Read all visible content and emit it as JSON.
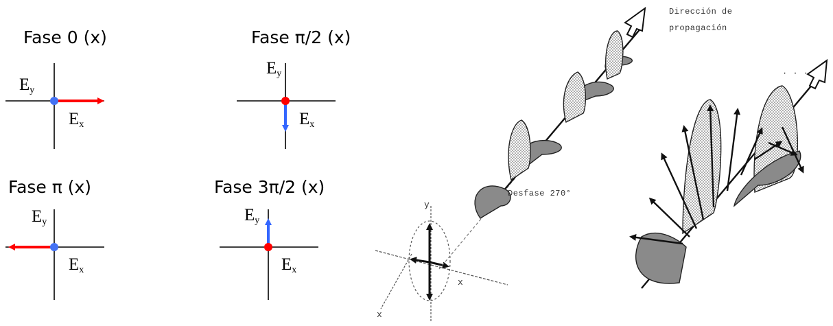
{
  "panels": [
    {
      "title": "Fase 0 (x)",
      "ey": "E",
      "ey_sub": "y",
      "ex": "E",
      "ex_sub": "x",
      "arrow_color": "#ff0000",
      "dot_color": "#4472f4"
    },
    {
      "title": "Fase π/2 (x)",
      "ey": "E",
      "ey_sub": "y",
      "ex": "E",
      "ex_sub": "x",
      "arrow_color": "#3366ff",
      "dot_color": "#ff0000"
    },
    {
      "title": "Fase π (x)",
      "ey": "E",
      "ey_sub": "y",
      "ex": "E",
      "ex_sub": "x",
      "arrow_color": "#ff0000",
      "dot_color": "#4472f4"
    },
    {
      "title": "Fase 3π/2 (x)",
      "ey": "E",
      "ey_sub": "y",
      "ex": "E",
      "ex_sub": "x",
      "arrow_color": "#3366ff",
      "dot_color": "#ff0000"
    }
  ],
  "wave_figure": {
    "direction_label_line1": "Dirección de",
    "direction_label_line2": "propagación",
    "phase_label": "Desfase 270°",
    "axis_y": "y",
    "axis_x": "x",
    "axis_z": "x",
    "dots": "· · ·"
  }
}
